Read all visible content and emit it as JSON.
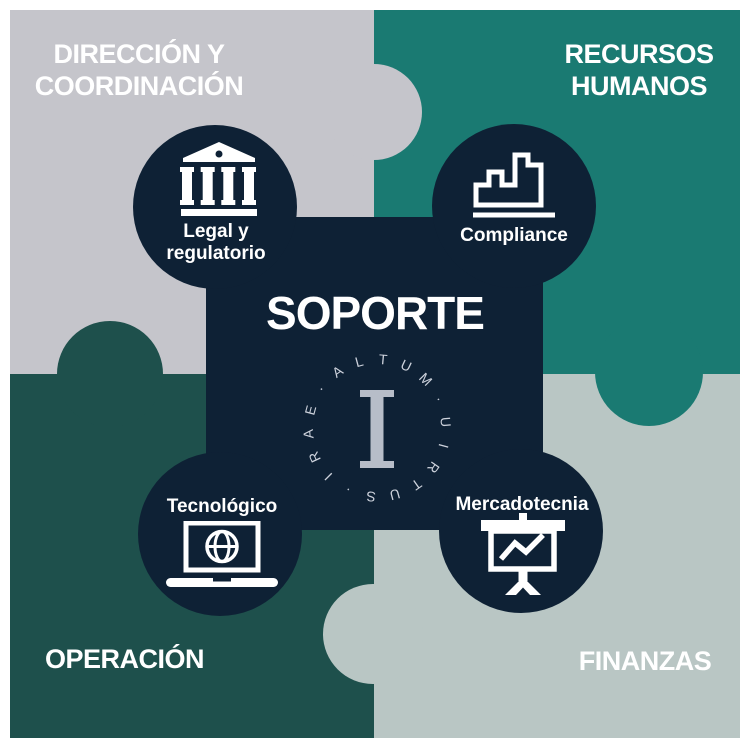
{
  "poster": {
    "quadrants": {
      "direccion": {
        "line1": "DIRECCIÓN Y",
        "line2": "COORDINACIÓN",
        "color": "#c5c5cb"
      },
      "recursos": {
        "line1": "RECURSOS",
        "line2": "HUMANOS",
        "color": "#1a7a72"
      },
      "operacion": {
        "label": "OPERACIÓN",
        "color": "#1e504c"
      },
      "finanzas": {
        "label": "FINANZAS",
        "color": "#b9c6c4"
      }
    },
    "center": {
      "title": "SOPORTE",
      "square_color": "#0e2135",
      "logo": {
        "monogram": "I",
        "ring_text": "IRAE · ALTUM · UIRTUS ·",
        "ring_glyphs": [
          "I",
          "R",
          "A",
          "E",
          "·",
          "A",
          "L",
          "T",
          "U",
          "M",
          "·",
          "U",
          "I",
          "R",
          "T",
          "U",
          "S",
          "·"
        ],
        "monogram_color": "#b7bdc8",
        "ring_color": "#cdd2dc"
      },
      "nodes": {
        "legal": {
          "line1": "Legal y",
          "line2": "regulatorio",
          "icon": "bank-icon"
        },
        "compliance": {
          "label": "Compliance",
          "icon": "bar-chart-icon"
        },
        "tecnologico": {
          "label": "Tecnológico",
          "icon": "laptop-globe-icon"
        },
        "mercadotecnia": {
          "label": "Mercadotecnia",
          "icon": "presentation-chart-icon"
        }
      }
    },
    "colors": {
      "background": "#ffffff",
      "navy": "#0e2135",
      "gray": "#c5c5cb",
      "teal": "#1a7a72",
      "dark_teal": "#1e504c",
      "light_sage": "#b9c6c4",
      "text": "#ffffff"
    }
  }
}
